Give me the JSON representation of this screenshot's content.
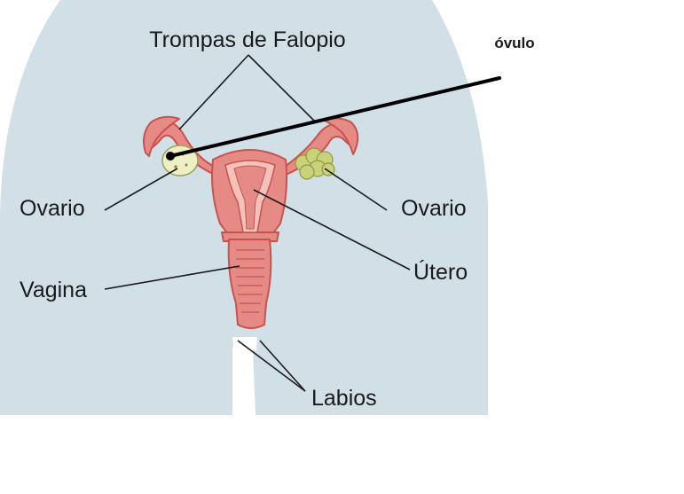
{
  "labels": {
    "fallopian_tubes": "Trompas de Falopio",
    "ovum": "óvulo",
    "ovary_left": "Ovario",
    "ovary_right": "Ovario",
    "uterus": "Útero",
    "vagina": "Vagina",
    "labia": "Labios"
  },
  "colors": {
    "body": "#d1dfe7",
    "organ": "#e68a86",
    "organ_outline": "#c8534e",
    "lining": "#f4c2bb",
    "ovary_left": "#eef0c3",
    "ovary_right": "#c7d27a",
    "leader_line": "#1a1a1a",
    "ovum_line": "#000000"
  }
}
